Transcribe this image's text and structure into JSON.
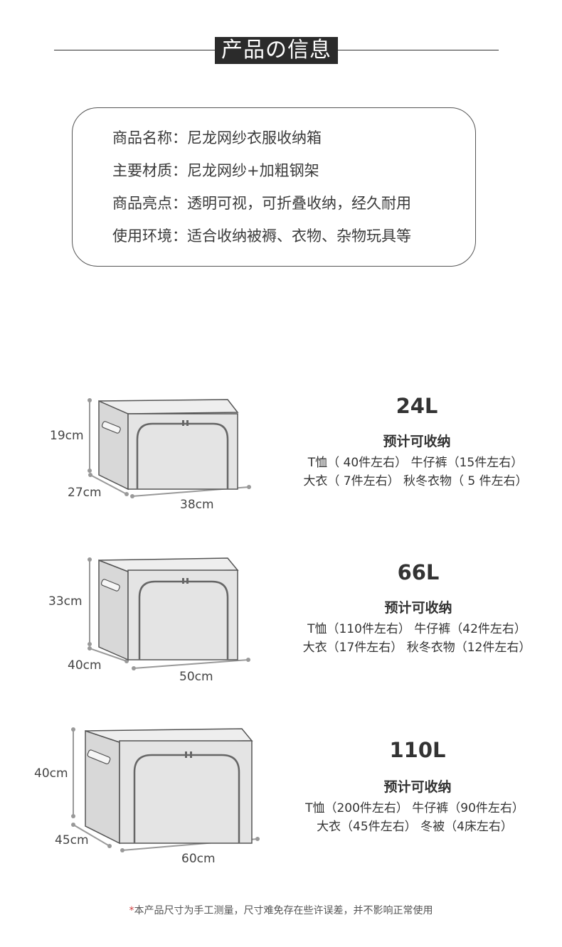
{
  "header": {
    "title": "产品の信息"
  },
  "info": {
    "rows": [
      {
        "label": "商品名称：",
        "value": "尼龙网纱衣服收纳箱"
      },
      {
        "label": "主要材质：",
        "value": "尼龙网纱+加粗钢架"
      },
      {
        "label": "商品亮点：",
        "value": "透明可视，可折叠收纳，经久耐用"
      },
      {
        "label": "使用环境：",
        "value": "适合收纳被褥、衣物、杂物玩具等"
      }
    ]
  },
  "products": [
    {
      "capacity": "24L",
      "height": "19cm",
      "depth": "27cm",
      "width": "38cm",
      "subtitle": "预计可收纳",
      "line1": "T恤（ 40件左右） 牛仔裤（15件左右）",
      "line2": "大衣（ 7件左右） 秋冬衣物（ 5 件左右）"
    },
    {
      "capacity": "66L",
      "height": "33cm",
      "depth": "40cm",
      "width": "50cm",
      "subtitle": "预计可收纳",
      "line1": "T恤（110件左右） 牛仔裤（42件左右）",
      "line2": "大衣（17件左右） 秋冬衣物（12件左右）"
    },
    {
      "capacity": "110L",
      "height": "40cm",
      "depth": "45cm",
      "width": "60cm",
      "subtitle": "预计可收纳",
      "line1": "T恤（200件左右） 牛仔裤（90件左右）",
      "line2": "大衣（45件左右） 冬被（4床左右）"
    }
  ],
  "footnote": {
    "star": "*",
    "text": "本产品尺寸为手工测量，尺寸难免存在些许误差，并不影响正常使用"
  },
  "colors": {
    "box_fill": "#e2e2e2",
    "box_stroke": "#555555",
    "dim_line": "#999999",
    "title_bg": "#2b2b2b"
  }
}
